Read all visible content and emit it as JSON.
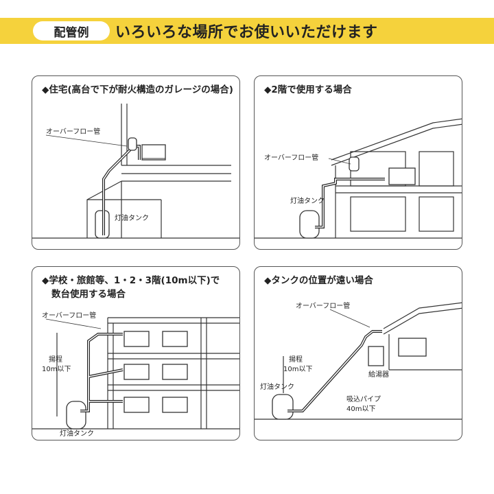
{
  "header": {
    "badge": "配管例",
    "title": "いろいろな場所でお使いいただけます"
  },
  "panels": [
    {
      "title": "◆住宅(高台で下が耐火構造のガレージの場合)",
      "labels": {
        "overflow": "オーバーフロー管",
        "tank": "灯油タンク"
      }
    },
    {
      "title": "◆2階で使用する場合",
      "labels": {
        "overflow": "オーバーフロー管",
        "tank": "灯油タンク"
      }
    },
    {
      "title_line1": "◆学校・旅館等、1・2・3階(10m以下)で",
      "title_line2": "数台使用する場合",
      "labels": {
        "overflow": "オーバーフロー管",
        "lift1": "揚程",
        "lift2": "10m以下",
        "tank": "灯油タンク"
      }
    },
    {
      "title": "◆タンクの位置が遠い場合",
      "labels": {
        "overflow": "オーバーフロー管",
        "lift1": "揚程",
        "lift2": "10m以下",
        "tank": "灯油タンク",
        "heater": "給湯器",
        "pipe1": "吸込パイプ",
        "pipe2": "40m以下"
      }
    }
  ]
}
